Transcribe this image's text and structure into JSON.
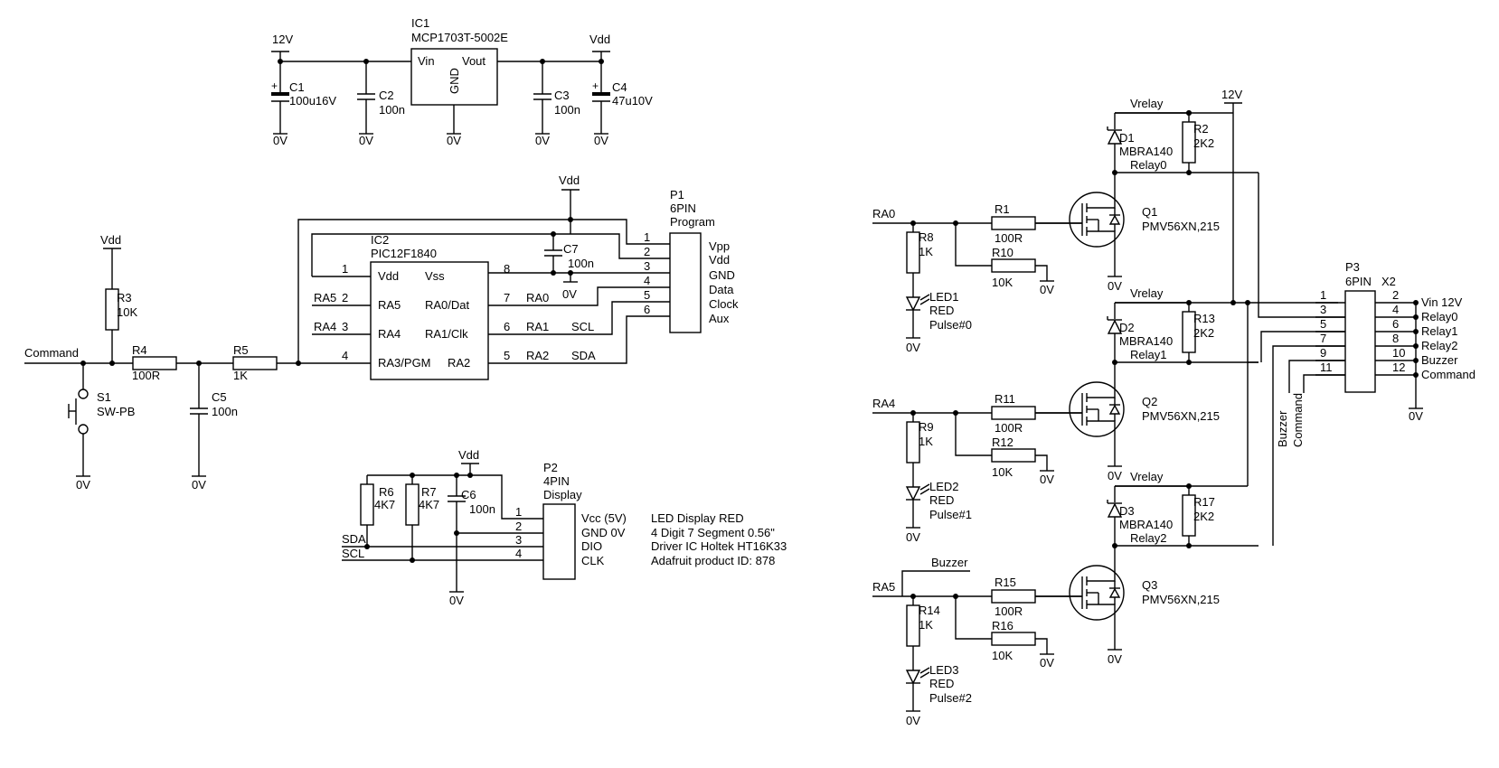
{
  "power": {
    "v12": "12V",
    "vdd": "Vdd",
    "gnd": "0V",
    "vrelay": "Vrelay"
  },
  "ic1": {
    "ref": "IC1",
    "part": "MCP1703T-5002E",
    "vin": "Vin",
    "vout": "Vout",
    "gnd": "GND"
  },
  "c1": {
    "ref": "C1",
    "val": "100u16V"
  },
  "c2": {
    "ref": "C2",
    "val": "100n"
  },
  "c3": {
    "ref": "C3",
    "val": "100n"
  },
  "c4": {
    "ref": "C4",
    "val": "47u10V"
  },
  "ic2": {
    "ref": "IC2",
    "part": "PIC12F1840",
    "pins_left": [
      {
        "num": "1",
        "name": "Vdd",
        "net": ""
      },
      {
        "num": "2",
        "name": "RA5",
        "net": "RA5"
      },
      {
        "num": "3",
        "name": "RA4",
        "net": "RA4"
      },
      {
        "num": "4",
        "name": "RA3/PGM",
        "net": ""
      }
    ],
    "pins_right": [
      {
        "num": "8",
        "name": "Vss",
        "net": ""
      },
      {
        "num": "7",
        "name": "RA0/Dat",
        "net": "RA0"
      },
      {
        "num": "6",
        "name": "RA1/Clk",
        "net": "RA1"
      },
      {
        "num": "5",
        "name": "RA2",
        "net": "RA2"
      }
    ],
    "scl": "SCL",
    "sda": "SDA"
  },
  "c7": {
    "ref": "C7",
    "val": "100n"
  },
  "p1": {
    "ref": "P1",
    "type": "6PIN",
    "name": "Program",
    "pins": [
      "1",
      "2",
      "3",
      "4",
      "5",
      "6"
    ],
    "labels": [
      "Vpp",
      "Vdd",
      "GND",
      "Data",
      "Clock",
      "Aux"
    ]
  },
  "r3": {
    "ref": "R3",
    "val": "10K"
  },
  "r4": {
    "ref": "R4",
    "val": "100R"
  },
  "r5": {
    "ref": "R5",
    "val": "1K"
  },
  "c5": {
    "ref": "C5",
    "val": "100n"
  },
  "s1": {
    "ref": "S1",
    "val": "SW-PB"
  },
  "command_net": "Command",
  "p2": {
    "ref": "P2",
    "type": "4PIN",
    "name": "Display",
    "pins": [
      "1",
      "2",
      "3",
      "4"
    ],
    "labels": [
      "Vcc (5V)",
      "GND 0V",
      "DIO",
      "CLK"
    ]
  },
  "r6": {
    "ref": "R6",
    "val": "4K7"
  },
  "r7": {
    "ref": "R7",
    "val": "4K7"
  },
  "c6": {
    "ref": "C6",
    "val": "100n"
  },
  "nets": {
    "sda": "SDA",
    "scl": "SCL",
    "ra0": "RA0",
    "ra4": "RA4",
    "ra5": "RA5",
    "buzzer": "Buzzer",
    "command": "Command"
  },
  "display_note": [
    "LED Display RED",
    "4 Digit 7 Segment 0.56\"",
    "Driver IC Holtek HT16K33",
    "Adafruit product ID: 878"
  ],
  "channels": [
    {
      "d_ref": "D1",
      "d_val": "MBRA140",
      "rp_ref": "R2",
      "rp_val": "2K2",
      "relay": "Relay0",
      "q_ref": "Q1",
      "q_val": "PMV56XN,215",
      "rg_ref": "R1",
      "rg_val": "100R",
      "rd_ref": "R10",
      "rd_val": "10K",
      "rl_ref": "R8",
      "rl_val": "1K",
      "led_ref": "LED1",
      "led_col": "RED",
      "pulse": "Pulse#0"
    },
    {
      "d_ref": "D2",
      "d_val": "MBRA140",
      "rp_ref": "R13",
      "rp_val": "2K2",
      "relay": "Relay1",
      "q_ref": "Q2",
      "q_val": "PMV56XN,215",
      "rg_ref": "R11",
      "rg_val": "100R",
      "rd_ref": "R12",
      "rd_val": "10K",
      "rl_ref": "R9",
      "rl_val": "1K",
      "led_ref": "LED2",
      "led_col": "RED",
      "pulse": "Pulse#1"
    },
    {
      "d_ref": "D3",
      "d_val": "MBRA140",
      "rp_ref": "R17",
      "rp_val": "2K2",
      "relay": "Relay2",
      "q_ref": "Q3",
      "q_val": "PMV56XN,215",
      "rg_ref": "R15",
      "rg_val": "100R",
      "rd_ref": "R16",
      "rd_val": "10K",
      "rl_ref": "R14",
      "rl_val": "1K",
      "led_ref": "LED3",
      "led_col": "RED",
      "pulse": "Pulse#2"
    }
  ],
  "p3": {
    "ref": "P3",
    "type": "6PIN",
    "x": "X2",
    "pins_left": [
      "1",
      "3",
      "5",
      "7",
      "9",
      "11"
    ],
    "pins_right": [
      "2",
      "4",
      "6",
      "8",
      "10",
      "12"
    ],
    "labels": [
      "Vin 12V",
      "Relay0",
      "Relay1",
      "Relay2",
      "Buzzer",
      "Command"
    ]
  }
}
